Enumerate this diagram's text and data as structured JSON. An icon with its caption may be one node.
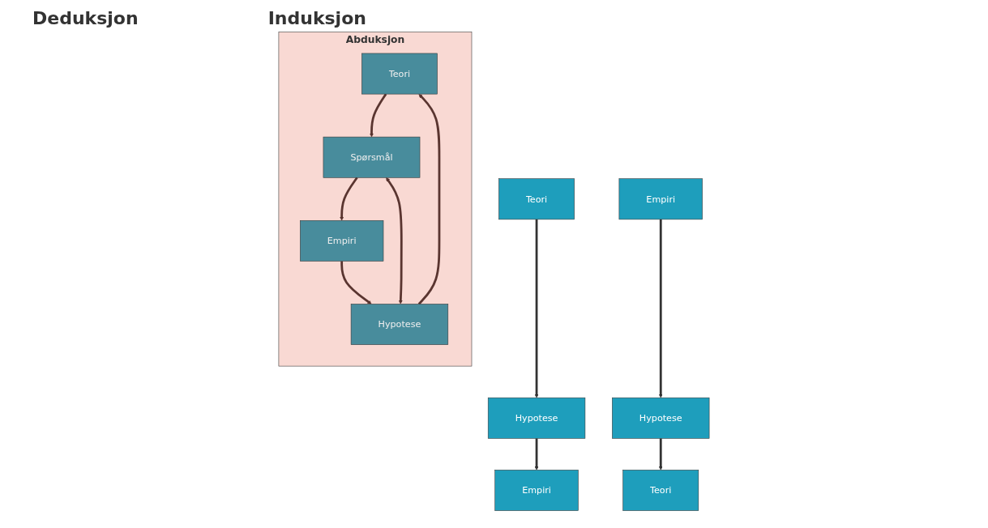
{
  "diagram": {
    "nodes": [
      {
        "text": [
          "Teori"
        ]
      },
      {
        "text": [
          "Hypotese"
        ]
      },
      {
        "text": [
          "Empiri"
        ]
      },
      {
        "text": [
          "Teori"
        ]
      },
      {
        "text": [
          "Hypotese"
        ]
      },
      {
        "text": [
          "Empiri"
        ]
      },
      {
        "text": [
          "Abduksjon"
        ]
      },
      {
        "text": [
          "Teori"
        ],
        "in": 6
      },
      {
        "text": [
          "Hypotese"
        ],
        "in": 6
      },
      {
        "text": [
          "Spørsmål"
        ],
        "in": 6
      },
      {
        "text": [
          "Empiri"
        ],
        "in": 6
      }
    ],
    "edges": [
      {
        "from": 0,
        "to": 1,
        "arrow": "to",
        "color": "#333333"
      },
      {
        "from": 1,
        "to": 2,
        "arrow": "to",
        "color": "#333333"
      },
      {
        "from": 5,
        "to": 4,
        "arrow": "to",
        "color": "#333333"
      },
      {
        "from": 4,
        "to": 3,
        "arrow": "to",
        "color": "#333333"
      },
      {
        "from": 8,
        "to": 7,
        "arrow": "to",
        "color": "#5a3530"
      },
      {
        "from": 7,
        "to": 9,
        "arrow": "to",
        "color": "#5a3530"
      },
      {
        "from": 8,
        "to": 9,
        "arrow": "both",
        "color": "#5a3530"
      },
      {
        "from": 9,
        "to": 10,
        "arrow": "to",
        "color": "#5a3530"
      },
      {
        "from": 10,
        "to": 8,
        "arrow": "to",
        "color": "#5a3530"
      }
    ],
    "labels": [
      "Deduksjon",
      "Induksjon"
    ]
  }
}
